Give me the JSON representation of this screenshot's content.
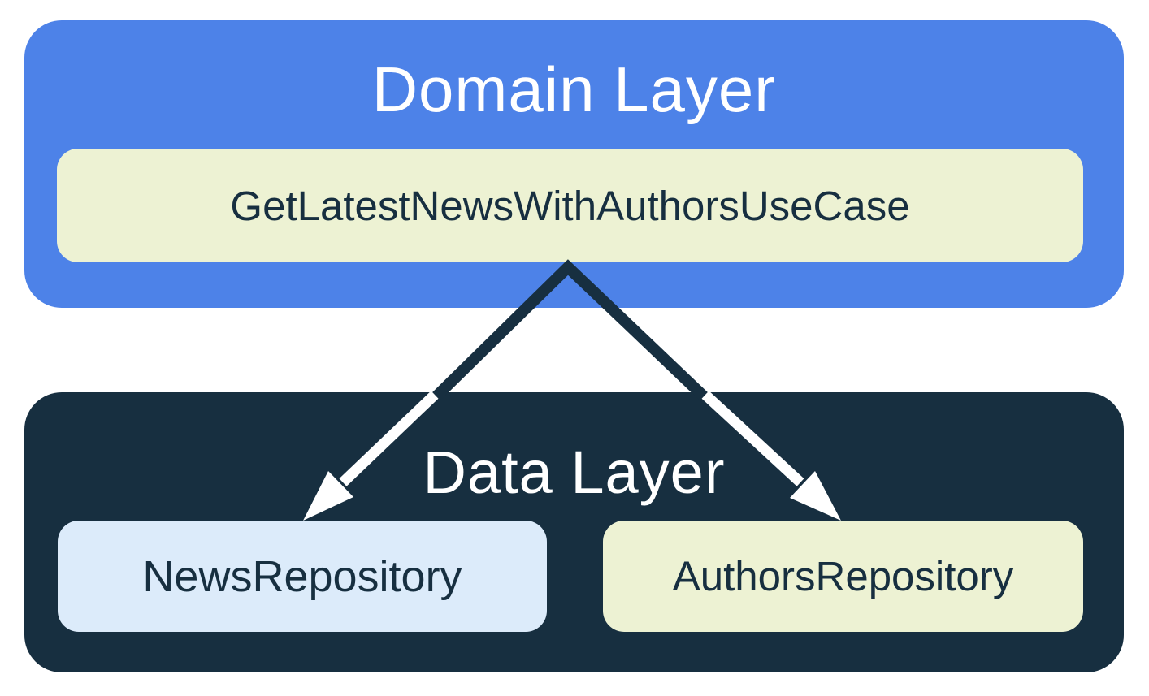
{
  "diagram": {
    "domain_layer": {
      "title": "Domain Layer",
      "use_case": {
        "name": "GetLatestNewsWithAuthorsUseCase"
      }
    },
    "data_layer": {
      "title": "Data Layer",
      "repositories": [
        {
          "name": "NewsRepository"
        },
        {
          "name": "AuthorsRepository"
        }
      ]
    },
    "relationships": [
      {
        "from": "GetLatestNewsWithAuthorsUseCase",
        "to": "NewsRepository",
        "type": "dependency-arrow"
      },
      {
        "from": "GetLatestNewsWithAuthorsUseCase",
        "to": "AuthorsRepository",
        "type": "dependency-arrow"
      }
    ],
    "colors": {
      "domain_bg": "#4D82E8",
      "data_bg": "#172F40",
      "usecase_bg": "#EDF2D3",
      "news_bg": "#DCEBFA",
      "authors_bg": "#EDF2D3",
      "title_text": "#FFFFFF",
      "node_text": "#172F40",
      "arrow_dark": "#172F40",
      "arrow_light": "#FFFFFF",
      "page_bg": "#FFFFFF"
    }
  }
}
